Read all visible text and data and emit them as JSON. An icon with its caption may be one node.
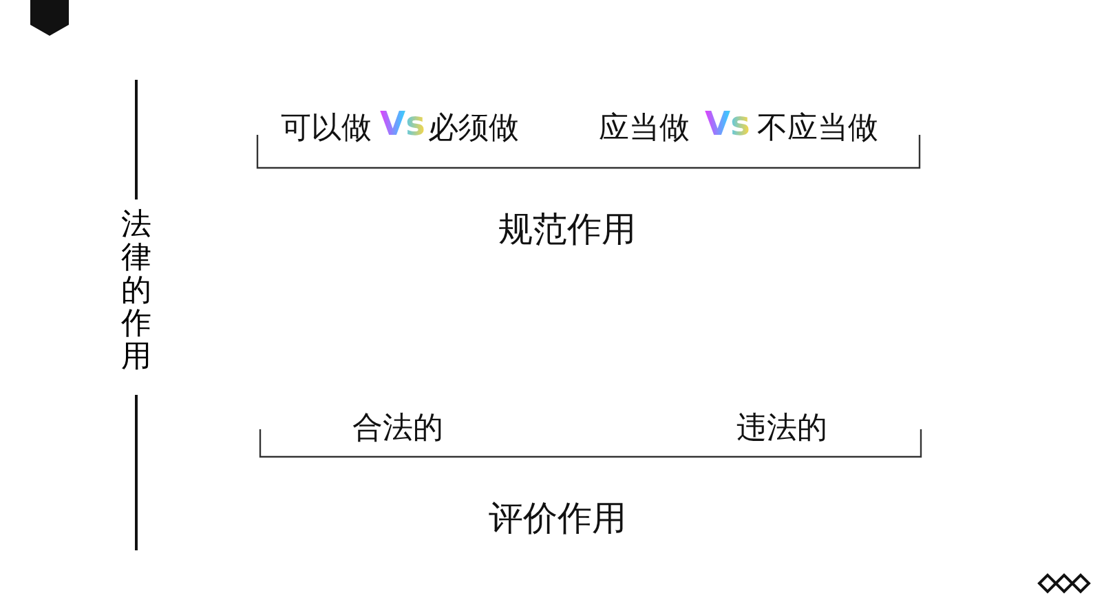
{
  "diagram": {
    "title": "法律的作用",
    "labels": [
      "可以做",
      "Vs",
      "必须做",
      "应当做",
      "Vs",
      "不应当做",
      "规范作用",
      "合法的",
      "违法的",
      "评价作用"
    ]
  }
}
